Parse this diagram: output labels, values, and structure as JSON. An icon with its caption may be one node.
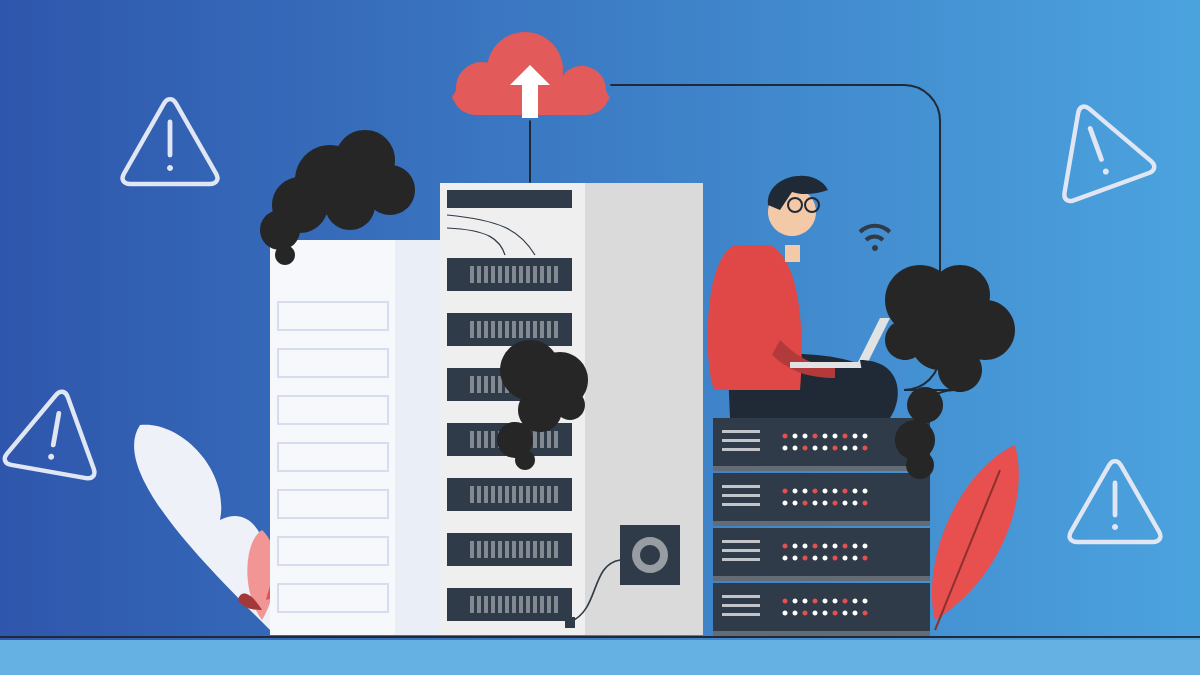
{
  "diagram": {
    "nodes": [
      {
        "text": [],
        "shape": "cloud"
      },
      {
        "text": [],
        "shape": "box"
      },
      {
        "text": [],
        "shape": "box"
      }
    ],
    "edges": [
      {
        "from": 0,
        "to": 1,
        "arrow": "none"
      },
      {
        "from": 0,
        "to": 2,
        "arrow": "none"
      }
    ]
  }
}
